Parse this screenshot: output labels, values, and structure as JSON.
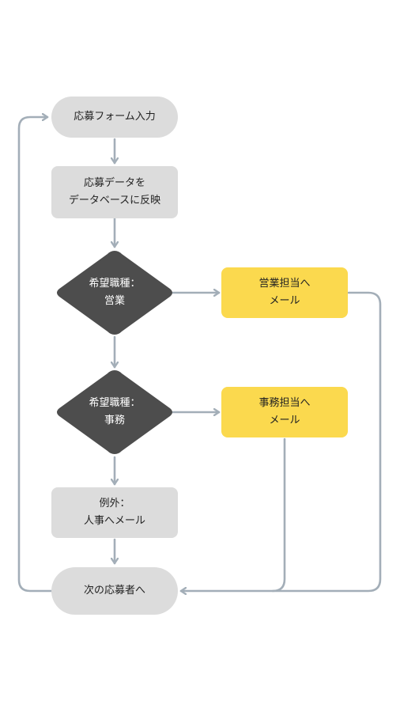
{
  "nodes": {
    "start": "応募フォーム入力",
    "db": "応募データを\nデータベースに反映",
    "decision_sales": "希望職種：\n営業",
    "mail_sales": "営業担当へ\nメール",
    "decision_office": "希望職種：\n事務",
    "mail_office": "事務担当へ\nメール",
    "exception": "例外：\n人事へメール",
    "next": "次の応募者へ"
  },
  "colors": {
    "light_node": "#dcdcdc",
    "dark_node": "#4d4d4d",
    "yellow_node": "#fbd94e",
    "connector": "#a3aeb8"
  }
}
